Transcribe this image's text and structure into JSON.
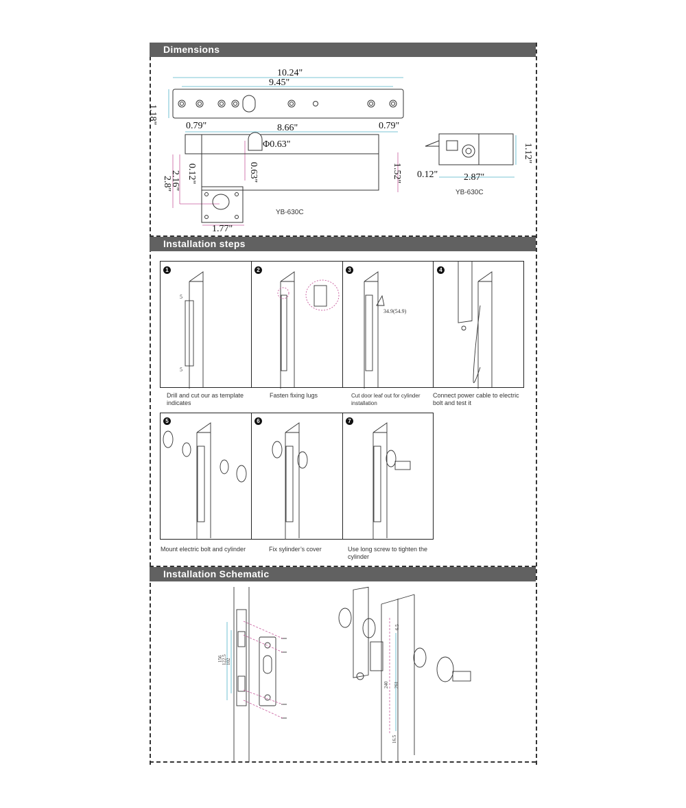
{
  "sections": {
    "dimensions": "Dimensions",
    "installation_steps": "Installation steps",
    "installation_schematic": "Installation Schematic"
  },
  "dimensions": {
    "model_main": "YB-630C",
    "model_side": "YB-630C",
    "total_length": "10.24\"",
    "hole_span": "9.45\"",
    "height": "1.18\"",
    "left_offset": "0.79\"",
    "center_span": "8.66\"",
    "right_offset": "0.79\"",
    "hole_diameter": "Φ0.63\"",
    "left_gap": "0.12\"",
    "hole_depth": "0.63\"",
    "bracket_height": "2.16\"",
    "bracket_total": "2.8\"",
    "body_depth": "1.52\"",
    "bracket_width": "1.77\"",
    "side_height": "1.12\"",
    "side_gap": "0.12\"",
    "side_width": "2.87\""
  },
  "steps": [
    {
      "num": "1",
      "caption": "Drill and cut our as template indicates",
      "marks": [
        "5",
        "5"
      ]
    },
    {
      "num": "2",
      "caption": "Fasten fixing lugs"
    },
    {
      "num": "3",
      "caption": "Cut  door leaf out for cylinder installation",
      "dim": "34.9(54.9)"
    },
    {
      "num": "4",
      "caption": "Connect power cable to electric bolt and test it"
    },
    {
      "num": "5",
      "caption": "Mount electric bolt and cylinder"
    },
    {
      "num": "6",
      "caption": "Fix sylinder’s cover"
    },
    {
      "num": "7",
      "caption": "Use long screw to tighten the cylinder"
    }
  ],
  "schematic": {
    "left_dims": [
      "156",
      "122.5",
      "102"
    ],
    "right_dims": [
      "6.5",
      "240",
      "261",
      "16.5"
    ]
  }
}
